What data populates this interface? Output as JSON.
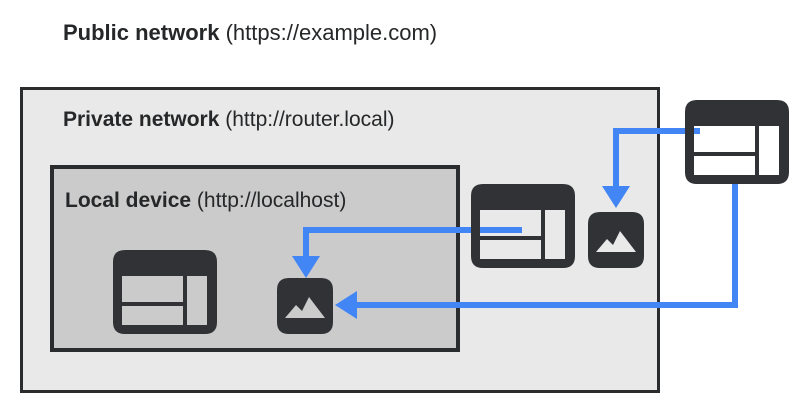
{
  "diagram": {
    "title": {
      "name": "Public network",
      "url": "(https://example.com)"
    },
    "private_network": {
      "name": "Private network",
      "url": "(http://router.local)"
    },
    "local_device": {
      "name": "Local device",
      "url": "(http://localhost)"
    },
    "nodes": [
      {
        "id": "public-browser",
        "icon": "browser-window-icon",
        "network": "public"
      },
      {
        "id": "private-browser",
        "icon": "browser-window-icon",
        "network": "private"
      },
      {
        "id": "private-image",
        "icon": "image-resource-icon",
        "network": "private"
      },
      {
        "id": "local-browser",
        "icon": "browser-window-icon",
        "network": "local"
      },
      {
        "id": "local-image",
        "icon": "image-resource-icon",
        "network": "local"
      }
    ],
    "requests": [
      {
        "from": "public-browser",
        "to": "private-image"
      },
      {
        "from": "public-browser",
        "to": "local-image"
      },
      {
        "from": "private-browser",
        "to": "local-image"
      }
    ]
  },
  "colors": {
    "arrow_blue": "#4285F4",
    "icon_dark": "#303236",
    "border_dark": "#2B2C2E",
    "text_dark": "#252729",
    "private_bg": "#E9E9E9",
    "local_bg": "#CBCBCB",
    "canvas_bg": "#FFFFFF"
  }
}
